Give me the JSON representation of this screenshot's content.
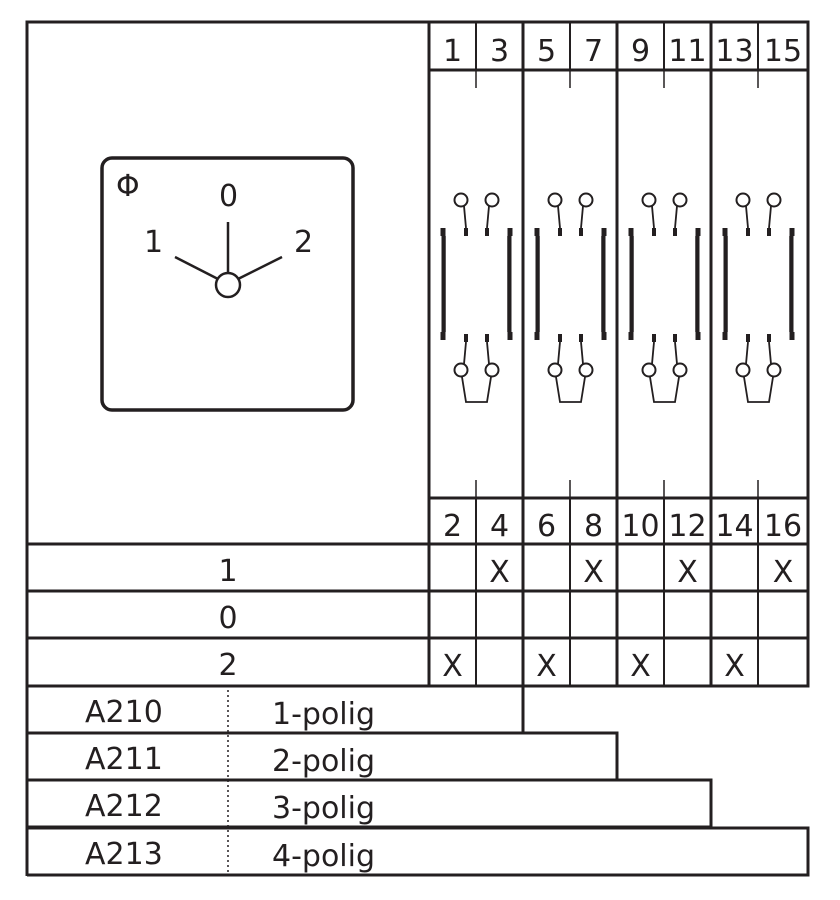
{
  "top_terminals": [
    "1",
    "3",
    "5",
    "7",
    "9",
    "11",
    "13",
    "15"
  ],
  "bottom_terminals": [
    "2",
    "4",
    "6",
    "8",
    "10",
    "12",
    "14",
    "16"
  ],
  "knob": {
    "symbol": "Φ",
    "positions": {
      "left": "1",
      "center": "0",
      "right": "2"
    }
  },
  "switch_rows": [
    {
      "label": "1",
      "marks": [
        "",
        "X",
        "",
        "X",
        "",
        "X",
        "",
        "X"
      ]
    },
    {
      "label": "0",
      "marks": [
        "",
        "",
        "",
        "",
        "",
        "",
        "",
        ""
      ]
    },
    {
      "label": "2",
      "marks": [
        "X",
        "",
        "X",
        "",
        "X",
        "",
        "X",
        ""
      ]
    }
  ],
  "mark_symbol": "X",
  "variants": [
    {
      "code": "A210",
      "poles": "1-polig"
    },
    {
      "code": "A211",
      "poles": "2-polig"
    },
    {
      "code": "A212",
      "poles": "3-polig"
    },
    {
      "code": "A213",
      "poles": "4-polig"
    }
  ],
  "line_color": "#231f20"
}
